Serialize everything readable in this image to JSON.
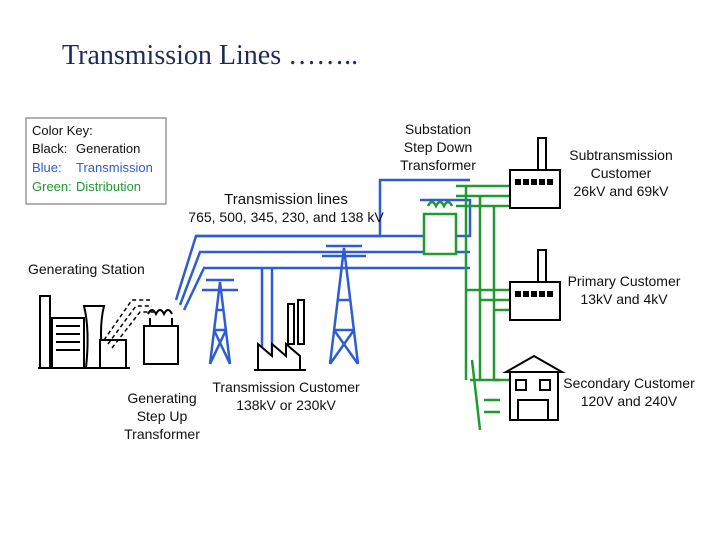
{
  "title": "Transmission Lines ……..",
  "color_key": {
    "heading": "Color Key:",
    "black_label": "Black:",
    "black_value": "Generation",
    "blue_label": "Blue:",
    "blue_value": "Transmission",
    "green_label": "Green:",
    "green_value": "Distribution"
  },
  "labels": {
    "generating_station": "Generating Station",
    "transmission_lines_1": "Transmission lines",
    "transmission_lines_2": "765, 500, 345, 230, and 138 kV",
    "substation_1": "Substation",
    "substation_2": "Step Down",
    "substation_3": "Transformer",
    "subtransmission_1": "Subtransmission",
    "subtransmission_2": "Customer",
    "subtransmission_3": "26kV and 69kV",
    "primary_1": "Primary Customer",
    "primary_2": "13kV and 4kV",
    "secondary_1": "Secondary Customer",
    "secondary_2": "120V and 240V",
    "step_up_1": "Generating",
    "step_up_2": "Step Up",
    "step_up_3": "Transformer",
    "trans_customer_1": "Transmission Customer",
    "trans_customer_2": "138kV or 230kV"
  },
  "colors": {
    "generation": "#000000",
    "transmission": "#2f5bd3",
    "distribution": "#1f9a2f",
    "key_border": "#666666"
  }
}
